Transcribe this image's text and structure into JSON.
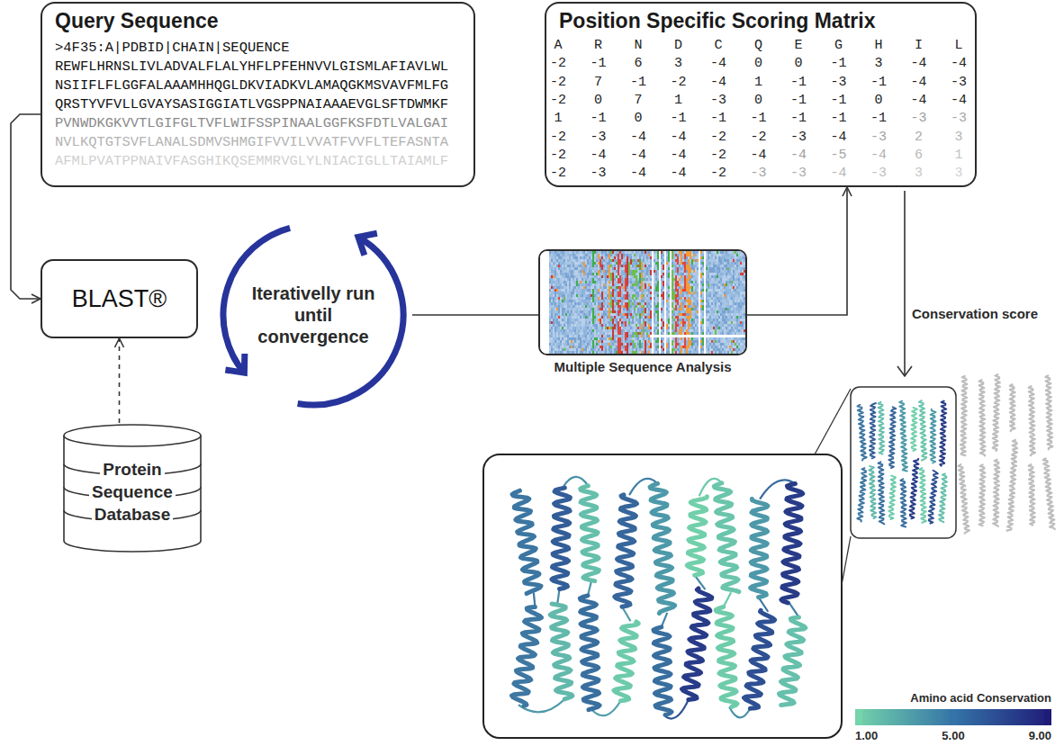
{
  "diagram": {
    "nodes": [
      {
        "text": [
          "Query Sequence",
          ">4F35:A|PDBID|CHAIN|SEQUENCE",
          "REWFLHRNSLIVLADVALFLALYHFLPFEHNVVLGISMLAFIAVLWL",
          "NSIIFLFLGGFALAAAMHHQGLDKVIADKVLAMAQGKMSVAVFMLFG",
          "QRSTYVFVLLGVAYSASIGGIATLVGSPPNAIAAAEVGLSFTDWMKF",
          "PVNWDKGKVVTLGIFGLTVFLWIFSSPINAALGGFKSFDTLVALGAI",
          "NVLKQTGTSVFLANALSDMVSHMGIFVVILVVATFVVFLTEFASNTA",
          "AFMLPVATPPNAIVFASGHIKQSEMMRVGLYLNIACIGLLTAIAMLF"
        ]
      },
      {
        "text": [
          "Position Specific Scoring Matrix"
        ]
      },
      {
        "text": [
          "BLAST®"
        ]
      },
      {
        "text": [
          "Iterativelly run until convergence"
        ]
      },
      {
        "text": [
          "Multiple Sequence Analysis"
        ]
      },
      {
        "text": [
          "Protein Sequence Database"
        ]
      }
    ],
    "edges": [
      {
        "from": 0,
        "to": 2,
        "arrow": "to"
      },
      {
        "from": 5,
        "to": 2,
        "arrow": "to"
      },
      {
        "from": 3,
        "to": 4,
        "arrow": "none"
      },
      {
        "from": 4,
        "to": 1,
        "arrow": "to"
      }
    ],
    "labels": [
      "A",
      "R",
      "N",
      "D",
      "C",
      "Q",
      "E",
      "G",
      "H",
      "I",
      "L",
      "-2",
      "-1",
      "6",
      "3",
      "-4",
      "0",
      "0",
      "-1",
      "3",
      "-4",
      "-4",
      "-2",
      "7",
      "-1",
      "-2",
      "-4",
      "1",
      "-1",
      "-3",
      "-1",
      "-4",
      "-3",
      "-2",
      "0",
      "7",
      "1",
      "-3",
      "0",
      "-1",
      "-1",
      "0",
      "-4",
      "-4",
      "1",
      "-1",
      "0",
      "-1",
      "-1",
      "-1",
      "-1",
      "-1",
      "-1",
      "-3",
      "-3",
      "-2",
      "-3",
      "-4",
      "-4",
      "-2",
      "-2",
      "-3",
      "-4",
      "-3",
      "2",
      "3",
      "-2",
      "-4",
      "-4",
      "-4",
      "-2",
      "-4",
      "-4",
      "-5",
      "-4",
      "6",
      "1",
      "-2",
      "-3",
      "-4",
      "-4",
      "-2",
      "-3",
      "-3",
      "-4",
      "-3",
      "3",
      "3",
      "Conservation score",
      "Amino acid Conservation"
    ],
    "legend": [
      {
        "text": "1.00",
        "color": "#74d4ab"
      },
      {
        "text": "5.00",
        "color": "#3574a8"
      },
      {
        "text": "9.00",
        "color": "#1f1b78"
      }
    ]
  }
}
